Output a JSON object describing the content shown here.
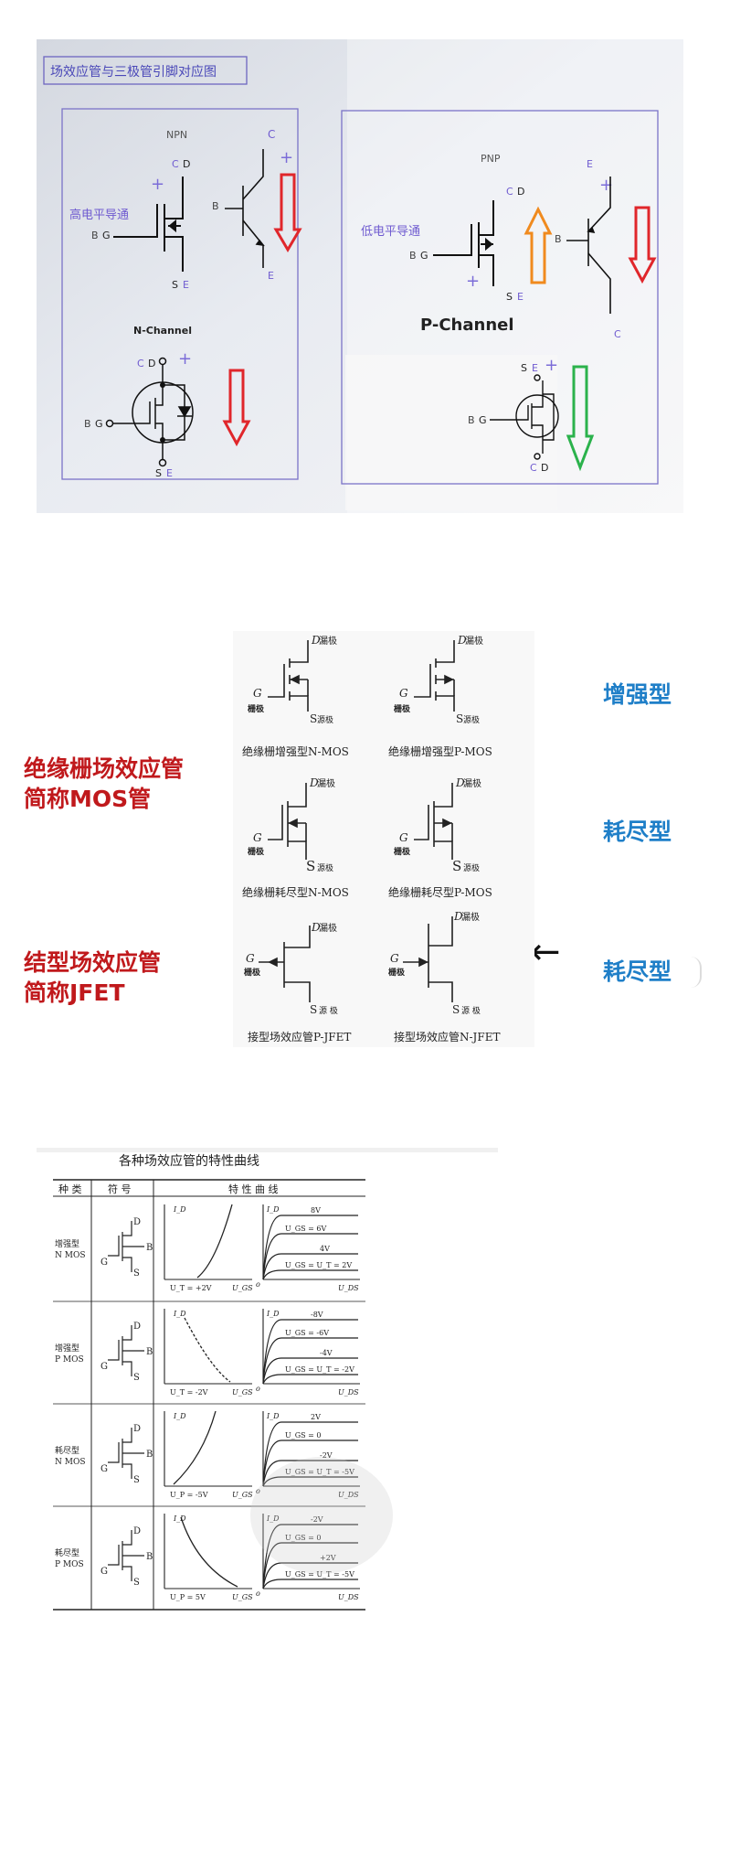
{
  "photo": {
    "title": "场效应管与三极管引脚对应图",
    "npn_label": "NPN",
    "pnp_label": "PNP",
    "n_channel": "N-Channel",
    "p_channel": "P-Channel",
    "high_level": "高电平导通",
    "low_level": "低电平导通",
    "pin_c": "C",
    "pin_d": "D",
    "pin_b": "B",
    "pin_g": "G",
    "pin_s": "S",
    "pin_e": "E",
    "plus": "+",
    "arrow_colors": {
      "red": "#e0262b",
      "orange": "#f08a1e",
      "green": "#2bb24c"
    }
  },
  "types": {
    "mos_title_1": "绝缘栅场效应管",
    "mos_title_2": "简称MOS管",
    "jfet_title_1": "结型场效应管",
    "jfet_title_2": "简称JFET",
    "enhancement": "增强型",
    "depletion_1": "耗尽型",
    "depletion_2": "耗尽型",
    "caption_n_enh": "绝缘栅增强型N-MOS",
    "caption_p_enh": "绝缘栅增强型P-MOS",
    "caption_n_dep": "绝缘栅耗尽型N-MOS",
    "caption_p_dep": "绝缘栅耗尽型P-MOS",
    "caption_p_jfet": "接型场效应管P-JFET",
    "caption_n_jfet": "接型场效应管N-JFET",
    "drain": "漏极",
    "gate": "栅极",
    "source": "源极",
    "source_sp": "源 极",
    "d": "D",
    "g": "G",
    "s": "S",
    "arrow_glyph": "←"
  },
  "curves": {
    "title": "各种场效应管的特性曲线",
    "col_kind": "种 类",
    "col_symbol": "符 号",
    "col_curve": "特 性 曲 线",
    "arrow_glyph": "←",
    "id": "I_D",
    "ugs": "U_GS",
    "uds": "U_DS",
    "o": "o",
    "d": "D",
    "g": "G",
    "s": "S",
    "b": "B",
    "rows": [
      {
        "kind_1": "增强型",
        "kind_2": "N MOS",
        "threshold": "U_T = +2V",
        "labels": [
          "8V",
          "U_GS = 6V",
          "4V",
          "U_GS = U_T = 2V"
        ]
      },
      {
        "kind_1": "增强型",
        "kind_2": "P MOS",
        "threshold": "U_T = -2V",
        "labels": [
          "-8V",
          "U_GS = -6V",
          "-4V",
          "U_GS = U_T = -2V"
        ]
      },
      {
        "kind_1": "耗尽型",
        "kind_2": "N MOS",
        "threshold": "U_P = -5V",
        "labels": [
          "2V",
          "U_GS = 0",
          "-2V",
          "U_GS = U_T = -5V"
        ]
      },
      {
        "kind_1": "耗尽型",
        "kind_2": "P MOS",
        "threshold": "U_P = 5V",
        "labels": [
          "-2V",
          "U_GS = 0",
          "+2V",
          "U_GS = U_T = -5V"
        ]
      }
    ]
  }
}
